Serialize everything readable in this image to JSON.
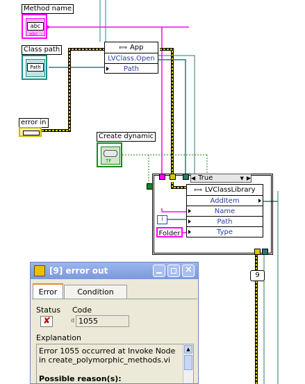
{
  "controls": {
    "method_name": {
      "label": "Method name",
      "type_tag": "abc",
      "type_sub": "abc"
    },
    "class_path": {
      "label": "Class path",
      "type_tag": "Path"
    },
    "error_in": {
      "label": "error in"
    },
    "create_dynamic": {
      "label": "Create dynamic",
      "type_tag": "TF"
    }
  },
  "app_node": {
    "class": "App",
    "rows": [
      "LVClass.Open",
      "Path"
    ]
  },
  "case_structure": {
    "selector": "True",
    "inner_node": {
      "class": "LVClassLibrary",
      "rows": [
        "AddItem",
        "Name",
        "Path",
        "Type"
      ]
    },
    "folder_label": "Folder",
    "index_constant": "i"
  },
  "constant_nine": "9",
  "error_dialog": {
    "title": "[9] error out",
    "tabs": [
      "Error",
      "Condition"
    ],
    "status_label": "Status",
    "code_label": "Code",
    "code_value": "1055",
    "code_prefix": "d",
    "explanation_label": "Explanation",
    "explanation_text": "Error 1055 occurred at Invoke Node in create_polymorphic_methods.vi",
    "possible_reasons": "Possible reason(s):"
  },
  "colors": {
    "string_wire": "#ff00ff",
    "path_wire": "#1a8a8a",
    "error_wire": "#c9b800",
    "bool_wire": "#138a13",
    "ref_wire": "#2a7a6a"
  }
}
